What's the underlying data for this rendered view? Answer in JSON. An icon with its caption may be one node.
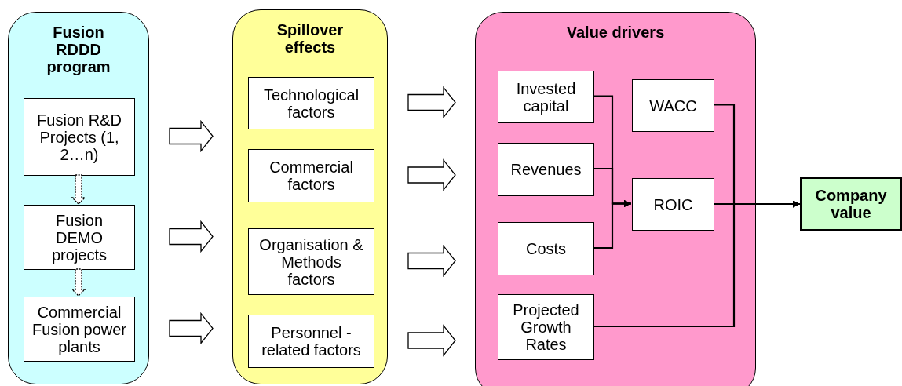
{
  "diagram": {
    "nodes": [
      {
        "text": [
          "Fusion RDDD program"
        ]
      },
      {
        "text": [
          "Fusion R&D Projects (1, 2…n)"
        ],
        "in": 0
      },
      {
        "text": [
          "Fusion DEMO projects"
        ],
        "in": 0
      },
      {
        "text": [
          "Commercial Fusion power plants"
        ],
        "in": 0
      },
      {
        "text": [
          "Spillover effects"
        ]
      },
      {
        "text": [
          "Technological factors"
        ],
        "in": 4
      },
      {
        "text": [
          "Commercial factors"
        ],
        "in": 4
      },
      {
        "text": [
          "Organisation & Methods factors"
        ],
        "in": 4
      },
      {
        "text": [
          "Personnel - related factors"
        ],
        "in": 4
      },
      {
        "text": [
          "Value drivers"
        ]
      },
      {
        "text": [
          "Invested capital"
        ],
        "in": 9
      },
      {
        "text": [
          "Revenues"
        ],
        "in": 9
      },
      {
        "text": [
          "Costs"
        ],
        "in": 9
      },
      {
        "text": [
          "Projected Growth Rates"
        ],
        "in": 9
      },
      {
        "text": [
          "WACC"
        ],
        "in": 9
      },
      {
        "text": [
          "ROIC"
        ],
        "in": 9
      },
      {
        "text": [
          "Company value"
        ]
      }
    ],
    "edges": [
      {
        "from": 1,
        "to": 2,
        "arrow": "to",
        "style": "dashed"
      },
      {
        "from": 2,
        "to": 3,
        "arrow": "to",
        "style": "dashed"
      },
      {
        "from": 1,
        "to": 4,
        "arrow": "to"
      },
      {
        "from": 2,
        "to": 4,
        "arrow": "to"
      },
      {
        "from": 3,
        "to": 4,
        "arrow": "to"
      },
      {
        "from": 5,
        "to": 9,
        "arrow": "to"
      },
      {
        "from": 6,
        "to": 9,
        "arrow": "to"
      },
      {
        "from": 7,
        "to": 9,
        "arrow": "to"
      },
      {
        "from": 8,
        "to": 9,
        "arrow": "to"
      },
      {
        "from": 10,
        "to": 15,
        "arrow": "to"
      },
      {
        "from": 11,
        "to": 15,
        "arrow": "to"
      },
      {
        "from": 12,
        "to": 15,
        "arrow": "to"
      },
      {
        "from": 14,
        "to": 16,
        "arrow": "to"
      },
      {
        "from": 15,
        "to": 16,
        "arrow": "to"
      },
      {
        "from": 13,
        "to": 16,
        "arrow": "to"
      }
    ]
  }
}
